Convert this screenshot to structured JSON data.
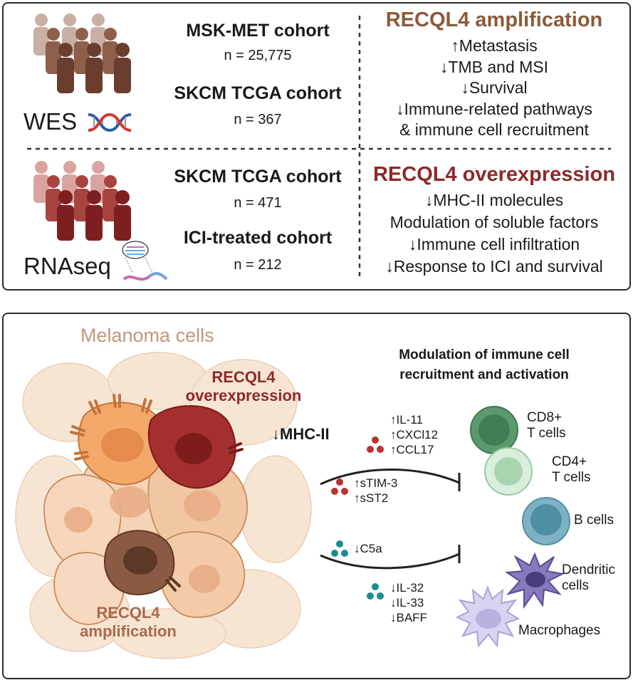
{
  "top": {
    "row1": {
      "seq_type": "WES",
      "cohorts": [
        {
          "name": "MSK-MET cohort",
          "n": "n = 25,775"
        },
        {
          "name": "SKCM TCGA cohort",
          "n": "n = 367"
        }
      ],
      "finding_title": "RECQL4 amplification",
      "effects": [
        "↑Metastasis",
        "↓TMB and MSI",
        "↓Survival",
        "↓Immune-related pathways",
        "& immune cell recruitment"
      ]
    },
    "row2": {
      "seq_type": "RNAseq",
      "cohorts": [
        {
          "name": "SKCM TCGA cohort",
          "n": "n = 471"
        },
        {
          "name": "ICI-treated cohort",
          "n": "n = 212"
        }
      ],
      "finding_title": "RECQL4 overexpression",
      "effects": [
        "↓MHC-II molecules",
        "Modulation of soluble factors",
        "↓Immune cell infiltration",
        "↓Response to ICI and survival"
      ]
    }
  },
  "bottom": {
    "cluster_label": "Melanoma cells",
    "overexpression_label": [
      "RECQL4",
      "overexpression"
    ],
    "amplification_label": [
      "RECQL4",
      "amplification"
    ],
    "mhc_label": "↓MHC-II",
    "modulation_title": [
      "Modulation of immune cell",
      "recruitment and activation"
    ],
    "factor_groups": [
      {
        "items": [
          "↑IL-11",
          "↑CXCl12",
          "↑CCL17"
        ],
        "color": "#b8322f"
      },
      {
        "items": [
          "↑sTIM-3",
          "↑sST2"
        ],
        "color": "#b8322f"
      },
      {
        "items": [
          "↓C5a"
        ],
        "color": "#1f8a8e"
      },
      {
        "items": [
          "↓IL-32",
          "↓IL-33",
          "↓BAFF"
        ],
        "color": "#1f8a8e"
      }
    ],
    "immune_cells": [
      {
        "label": [
          "CD8+",
          "T cells"
        ],
        "color": "#5b9a6e"
      },
      {
        "label": [
          "CD4+",
          "T cells"
        ],
        "color": "#a8d4b0"
      },
      {
        "label": [
          "B cells"
        ],
        "color": "#4f8fa6"
      },
      {
        "label": [
          "Dendritic",
          "cells"
        ],
        "color": "#6e5a9e"
      },
      {
        "label": [
          "Macrophages"
        ],
        "color": "#c7c2e6"
      }
    ],
    "colors": {
      "amplification": "#8b5a3a",
      "overexpression": "#8c2a2a",
      "red_dot": "#b8322f",
      "teal_dot": "#1f8a8e"
    }
  }
}
